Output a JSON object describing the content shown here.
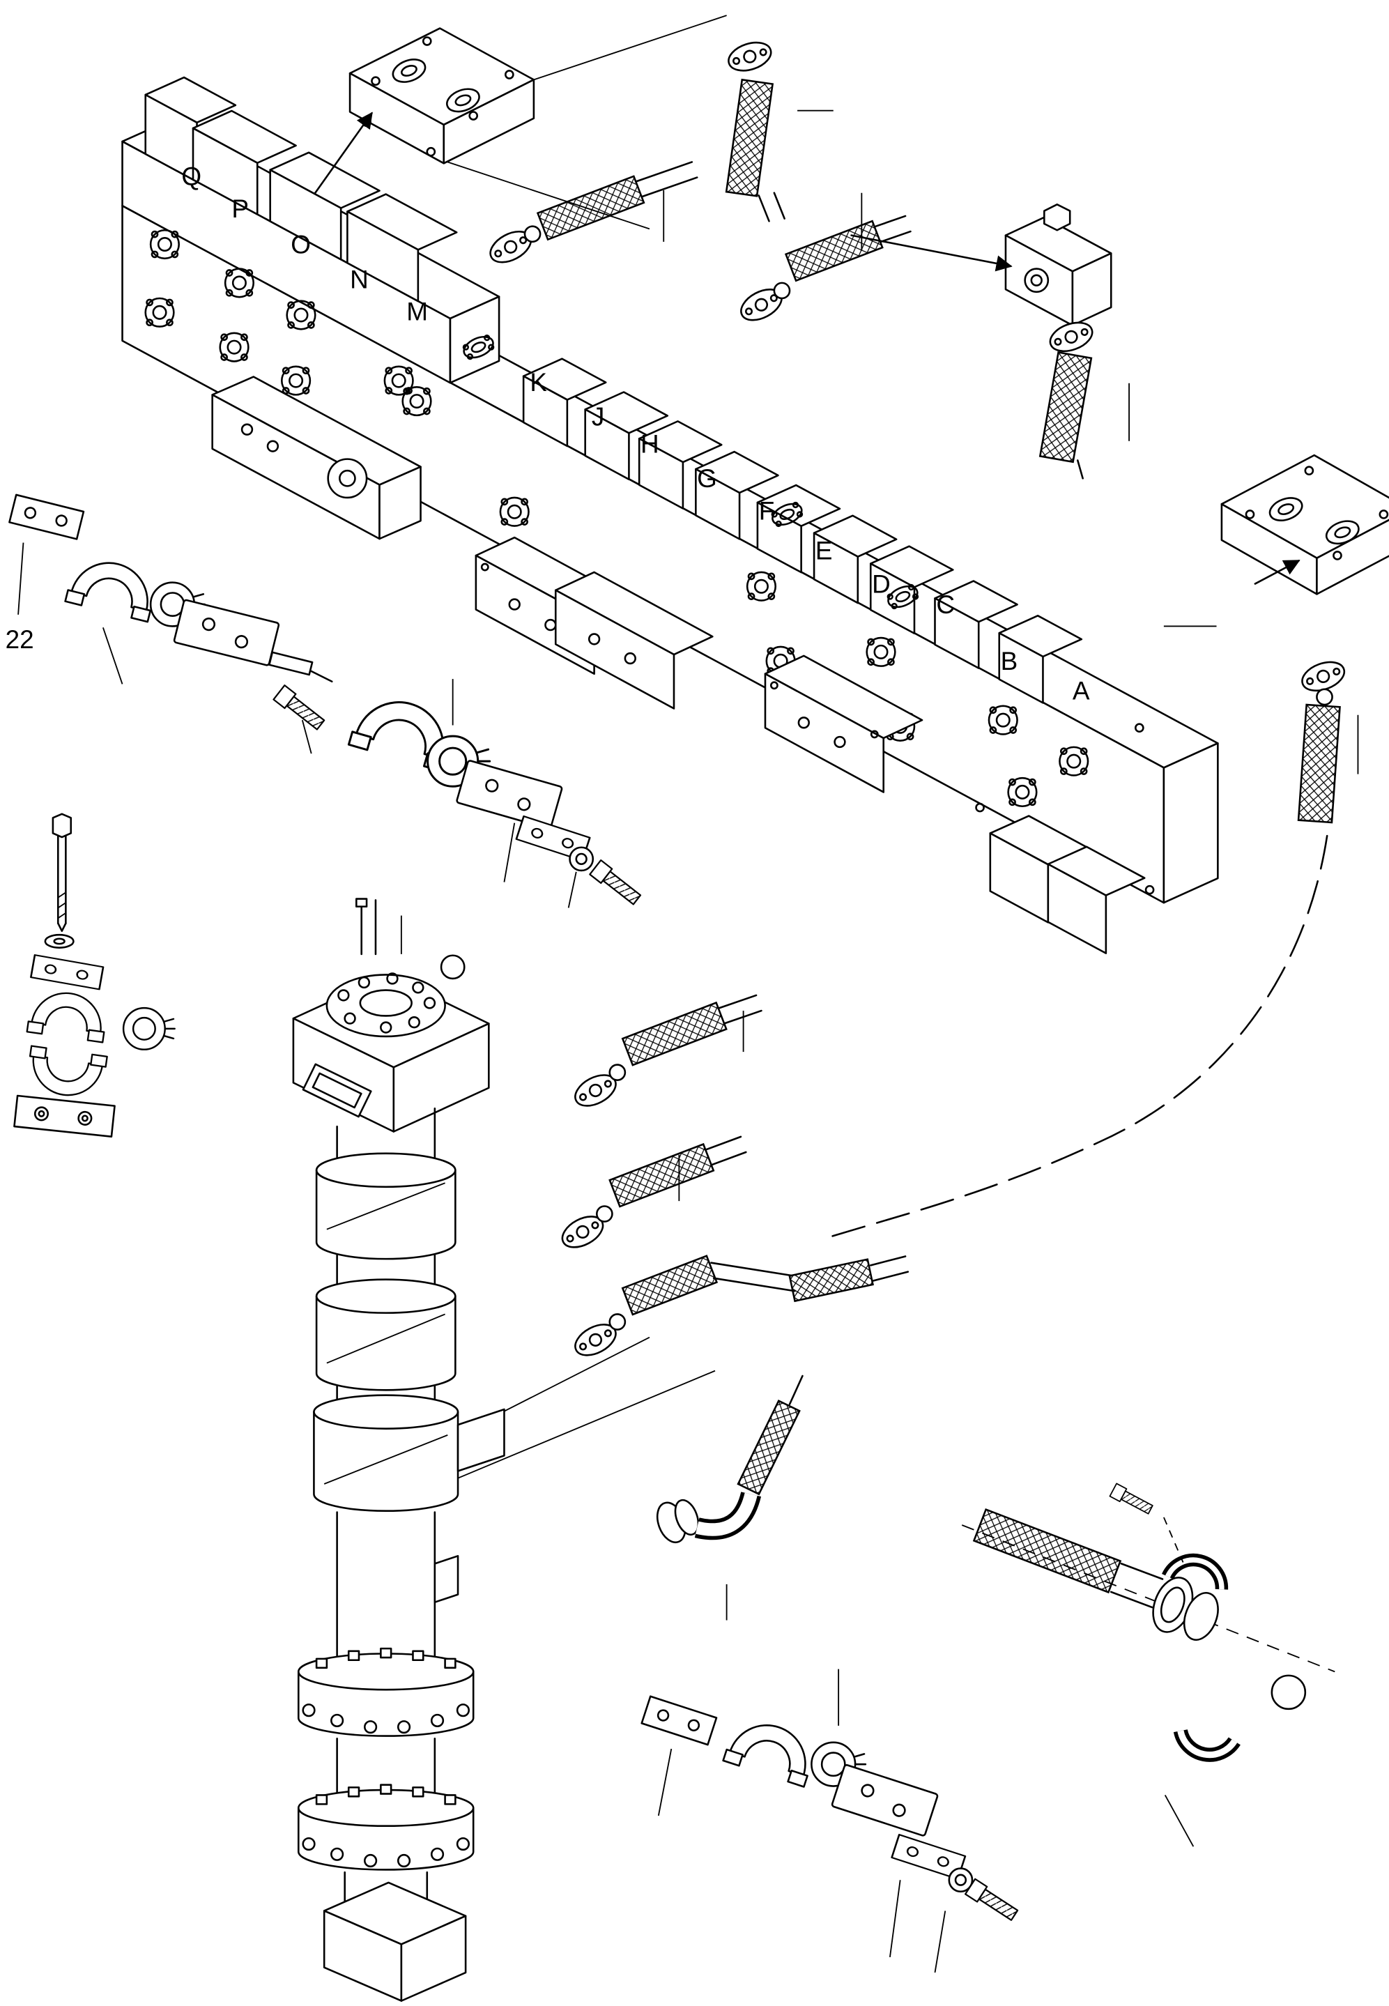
{
  "diagram": {
    "type": "exploded-parts-diagram",
    "subject": "hydraulic manifold valve block with hoses, clamps and cylinder column",
    "background_color": "#ffffff",
    "line_color": "#000000",
    "ref_number": {
      "text": "22"
    },
    "labels": [
      {
        "text": "Q"
      },
      {
        "text": "P"
      },
      {
        "text": "O"
      },
      {
        "text": "N"
      },
      {
        "text": "M"
      },
      {
        "text": "K"
      },
      {
        "text": "J"
      },
      {
        "text": "H"
      },
      {
        "text": "G"
      },
      {
        "text": "F"
      },
      {
        "text": "E"
      },
      {
        "text": "D"
      },
      {
        "text": "C"
      },
      {
        "text": "B"
      },
      {
        "text": "A"
      }
    ]
  }
}
